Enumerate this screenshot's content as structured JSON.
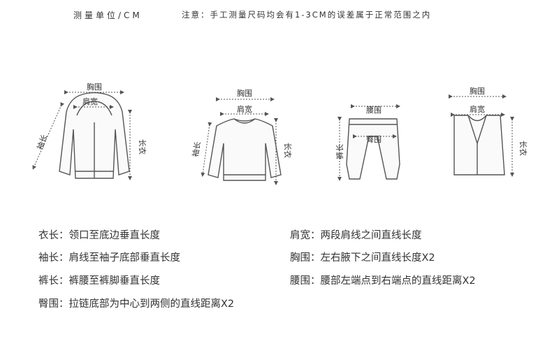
{
  "header": {
    "unit": "测量单位/CM",
    "note": "注意：手工测量尺码均会有1-3CM的误差属于正常范围之内"
  },
  "figures": {
    "jacket": {
      "chest": "胸围",
      "shoulder": "肩宽",
      "sleeve": "袖长",
      "length": "长衣"
    },
    "sweater": {
      "chest": "胸围",
      "shoulder": "肩宽",
      "sleeve": "袖长",
      "length": "长衣"
    },
    "pants": {
      "waist": "腰围",
      "hip": "臀围",
      "pant_length": "裤长"
    },
    "vest": {
      "chest": "胸围",
      "shoulder": "肩宽",
      "length": "长衣"
    }
  },
  "definitions": {
    "left": [
      "衣长：领口至底边垂直长度",
      "袖长：肩线至袖子底部垂直长度",
      "裤长：裤腰至裤脚垂直长度",
      "臀围：拉链底部为中心到两侧的直线距离X2"
    ],
    "right": [
      "肩宽：两段肩线之间直线长度",
      "胸围：左右腋下之间直线长度X2",
      "腰围：腰部左端点到右端点的直线距离X2"
    ]
  }
}
